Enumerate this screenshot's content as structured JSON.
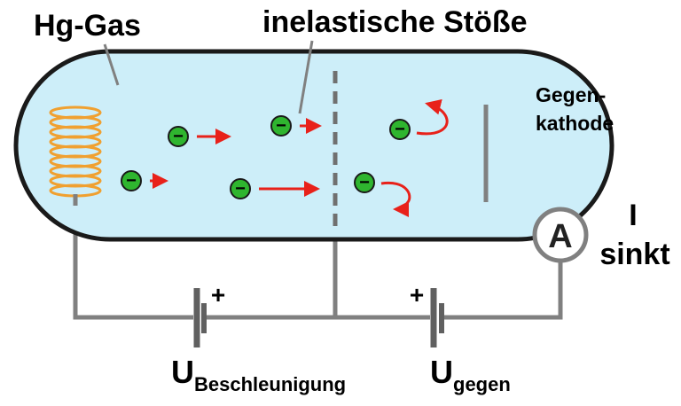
{
  "labels": {
    "gas": "Hg-Gas",
    "collisions": "inelastische Stöße",
    "counter_electrode_line1": "Gegen-",
    "counter_electrode_line2": "kathode",
    "current_symbol": "I",
    "current_state": "sinkt",
    "ammeter_symbol": "A",
    "accel_voltage_main": "U",
    "accel_voltage_sub": "Beschleunigung",
    "counter_voltage_main": "U",
    "counter_voltage_sub": "gegen",
    "plus_sign_accel": "+",
    "plus_sign_counter": "+",
    "electron_symbol": "−"
  },
  "colors": {
    "tube_fill": "#cdeef9",
    "outline": "#1a1a1a",
    "wire": "#808080",
    "filament": "#f0a030",
    "electron_fill": "#2fb52f",
    "arrow": "#e8211a",
    "ammeter_ring": "#808080"
  }
}
